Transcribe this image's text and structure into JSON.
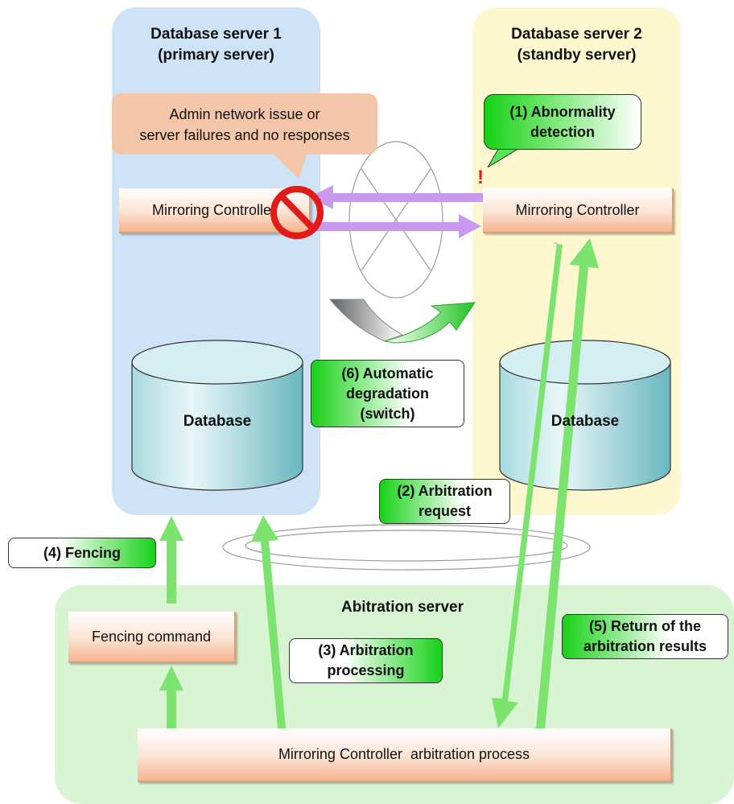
{
  "servers": {
    "primary": {
      "name": "Database server 1",
      "role": "(primary server)"
    },
    "standby": {
      "name": "Database server 2",
      "role": "(standby server)"
    },
    "arbitration": {
      "name": "Abitration server"
    }
  },
  "callout": {
    "line1": "Admin network issue or",
    "line2": "server failures and no responses"
  },
  "components": {
    "mc_primary": "Mirroring Controller",
    "mc_standby": "Mirroring Controller",
    "db_primary": "Database",
    "db_standby": "Database",
    "fencing_command": "Fencing command",
    "arbitration_process": "Mirroring Controller  arbitration process"
  },
  "steps": [
    {
      "id": "step-1",
      "line1": "(1) Abnormality",
      "line2": "detection"
    },
    {
      "id": "step-2",
      "line1": "(2) Arbitration",
      "line2": "request"
    },
    {
      "id": "step-3",
      "line1": "(3) Arbitration",
      "line2": "processing"
    },
    {
      "id": "step-4",
      "line1": "(4) Fencing",
      "line2": ""
    },
    {
      "id": "step-5",
      "line1": "(5) Return of the",
      "line2": "arbitration results"
    },
    {
      "id": "step-6",
      "line1": "(6) Automatic",
      "line2": "degradation",
      "line3": "(switch)"
    }
  ],
  "alert_mark": "!",
  "colors": {
    "primary_bg": "#cfe3f7",
    "standby_bg": "#fdf8cf",
    "arbitration_bg": "#d9f4d3",
    "arrow_green": "#7be36e",
    "arrow_purple": "#c79af0",
    "callout_bg": "#f4c6a9"
  }
}
